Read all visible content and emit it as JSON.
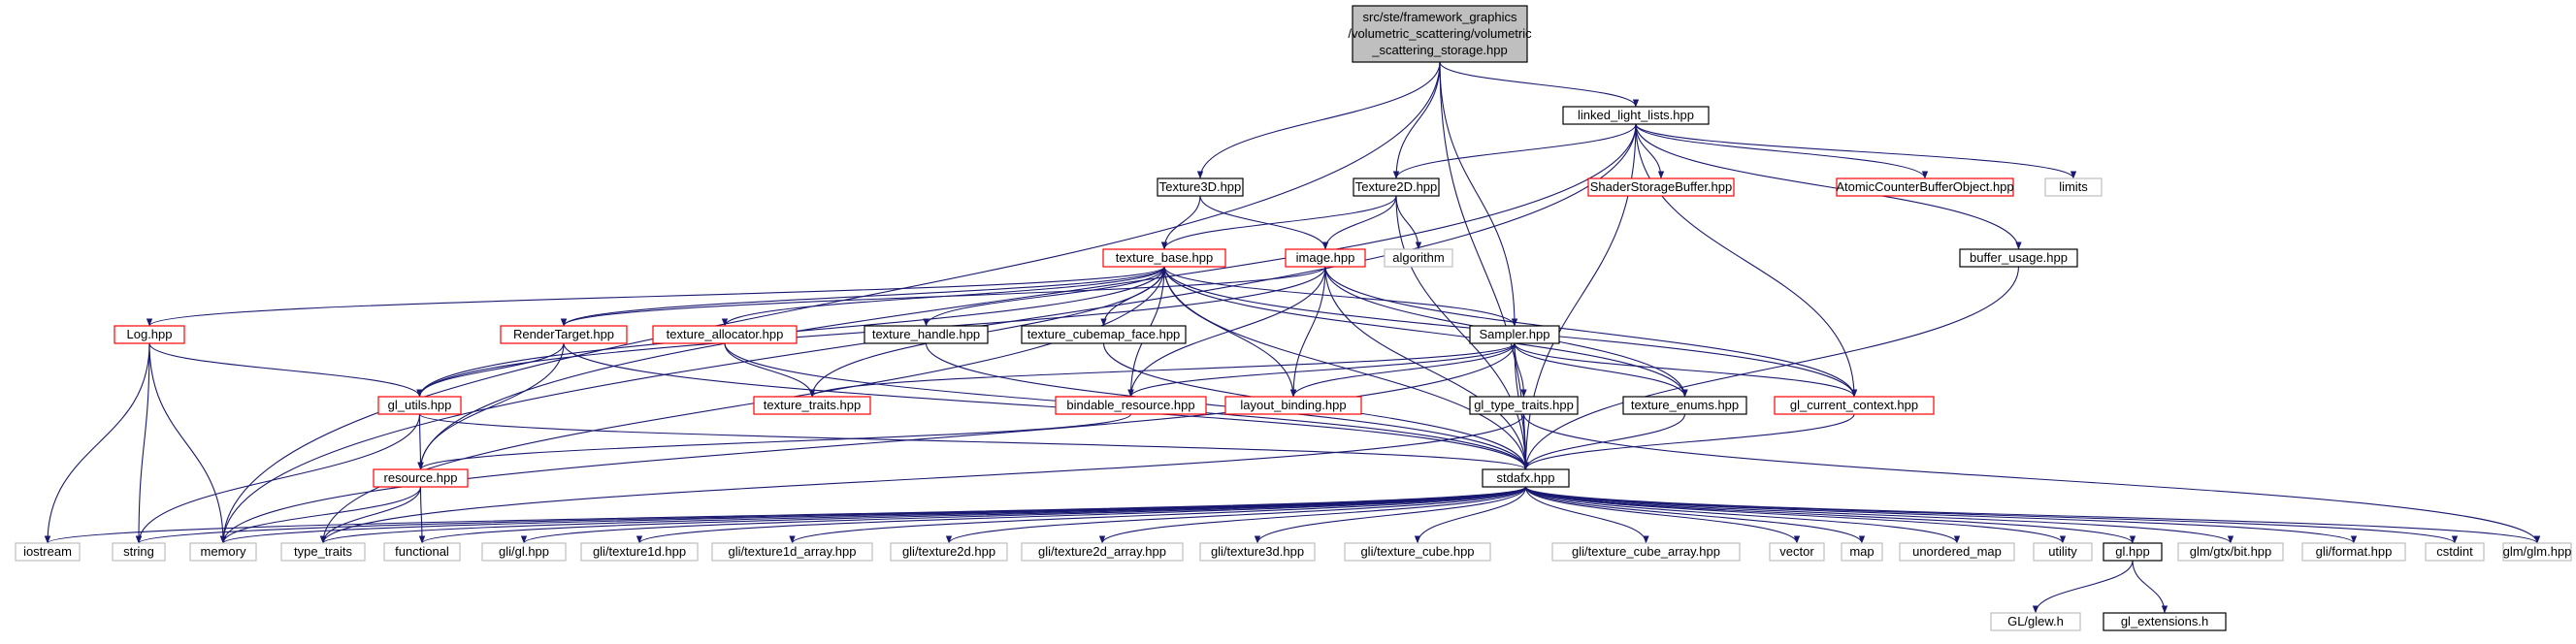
{
  "root": {
    "lines": [
      "src/ste/framework_graphics",
      "/volumetric_scattering/volumetric",
      "_scattering_storage.hpp"
    ]
  },
  "colors": {
    "edge": "#191970",
    "root_fill": "#bfbfbf",
    "red_border": "#ff0000",
    "gray_border": "#bfbfbf",
    "black_border": "#000000",
    "gray_text": "#808080"
  },
  "nodes": {
    "root": "src/ste/framework_graphics /volumetric_scattering/volumetric _scattering_storage.hpp",
    "linked_light_lists": "linked_light_lists.hpp",
    "texture3d": "Texture3D.hpp",
    "texture2d": "Texture2D.hpp",
    "shader_storage_buffer": "ShaderStorageBuffer.hpp",
    "atomic_counter_buffer_object": "AtomicCounterBufferObject.hpp",
    "limits": "limits",
    "buffer_usage": "buffer_usage.hpp",
    "texture_base": "texture_base.hpp",
    "image": "image.hpp",
    "algorithm": "algorithm",
    "log": "Log.hpp",
    "render_target": "RenderTarget.hpp",
    "texture_allocator": "texture_allocator.hpp",
    "texture_handle": "texture_handle.hpp",
    "texture_cubemap_face": "texture_cubemap_face.hpp",
    "sampler": "Sampler.hpp",
    "gl_utils": "gl_utils.hpp",
    "texture_traits": "texture_traits.hpp",
    "gl_type_traits": "gl_type_traits.hpp",
    "texture_enums": "texture_enums.hpp",
    "bindable_resource": "bindable_resource.hpp",
    "layout_binding": "layout_binding.hpp",
    "gl_current_context": "gl_current_context.hpp",
    "resource": "resource.hpp",
    "stdafx": "stdafx.hpp",
    "iostream": "iostream",
    "string": "string",
    "memory": "memory",
    "type_traits": "type_traits",
    "functional": "functional",
    "gli_gl": "gli/gl.hpp",
    "gli_texture1d": "gli/texture1d.hpp",
    "gli_texture1d_array": "gli/texture1d_array.hpp",
    "gli_texture2d": "gli/texture2d.hpp",
    "gli_texture2d_array": "gli/texture2d_array.hpp",
    "gli_texture3d": "gli/texture3d.hpp",
    "gli_texture_cube": "gli/texture_cube.hpp",
    "gli_texture_cube_array": "gli/texture_cube_array.hpp",
    "vector": "vector",
    "map": "map",
    "unordered_map": "unordered_map",
    "utility": "utility",
    "gl": "gl.hpp",
    "glm_gtx_bit": "glm/gtx/bit.hpp",
    "gli_format": "gli/format.hpp",
    "cstdint": "cstdint",
    "glm_glm": "glm/glm.hpp",
    "gl_glew": "GL/glew.h",
    "gl_extensions": "gl_extensions.h"
  }
}
